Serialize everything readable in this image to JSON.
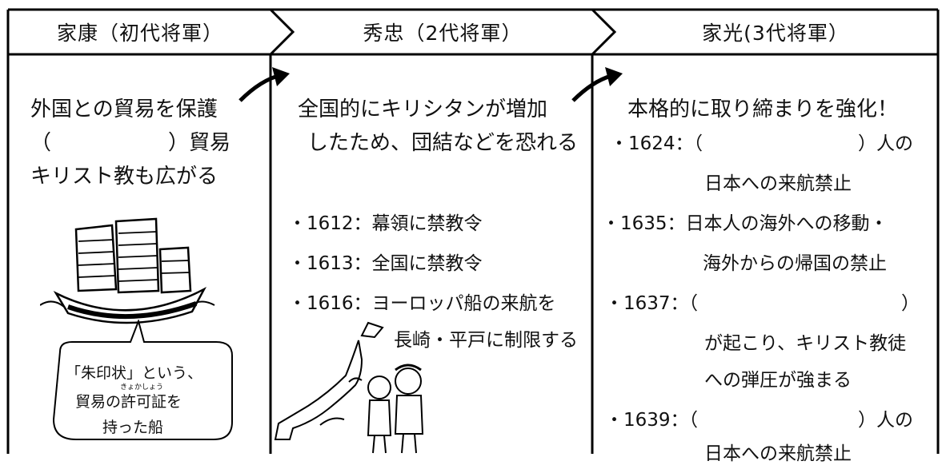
{
  "headers": {
    "ieyasu": "家康（初代将軍）",
    "hidetada": "秀忠（2代将軍）",
    "iemitsu": "家光(3代将軍）"
  },
  "col1": {
    "line1": "外国との貿易を保護",
    "paren_open": "（",
    "paren_close": "）貿易",
    "line3": "キリスト教も広がる",
    "caption_line1": "「朱印状」という、",
    "caption_ruby": "きょかしょう",
    "caption_line2": "貿易の許可証を",
    "caption_line3": "持った船"
  },
  "col2": {
    "intro1": "全国的にキリシタンが増加",
    "intro2": "したため、団結などを恐れる",
    "items": [
      "・1612：幕領に禁教令",
      "・1613：全国に禁教令",
      "・1616：ヨーロッパ船の来航を"
    ],
    "item3_cont": "長崎・平戸に制限する"
  },
  "col3": {
    "intro": "本格的に取り締まりを強化！",
    "e1_a": "・1624：（",
    "e1_b": "）人の",
    "e1_c": "日本への来航禁止",
    "e2_a": "・1635：日本人の海外への移動・",
    "e2_b": "海外からの帰国の禁止",
    "e3_a": "・1637：（",
    "e3_b": "）",
    "e3_c": "が起こり、キリスト教徒",
    "e3_d": "への弾圧が強まる",
    "e4_a": "・1639：（",
    "e4_b": "）人の",
    "e4_c": "日本への来航禁止"
  },
  "icons": [
    "arrow-icon",
    "ship-illustration",
    "japan-map-illustration",
    "people-illustration"
  ]
}
